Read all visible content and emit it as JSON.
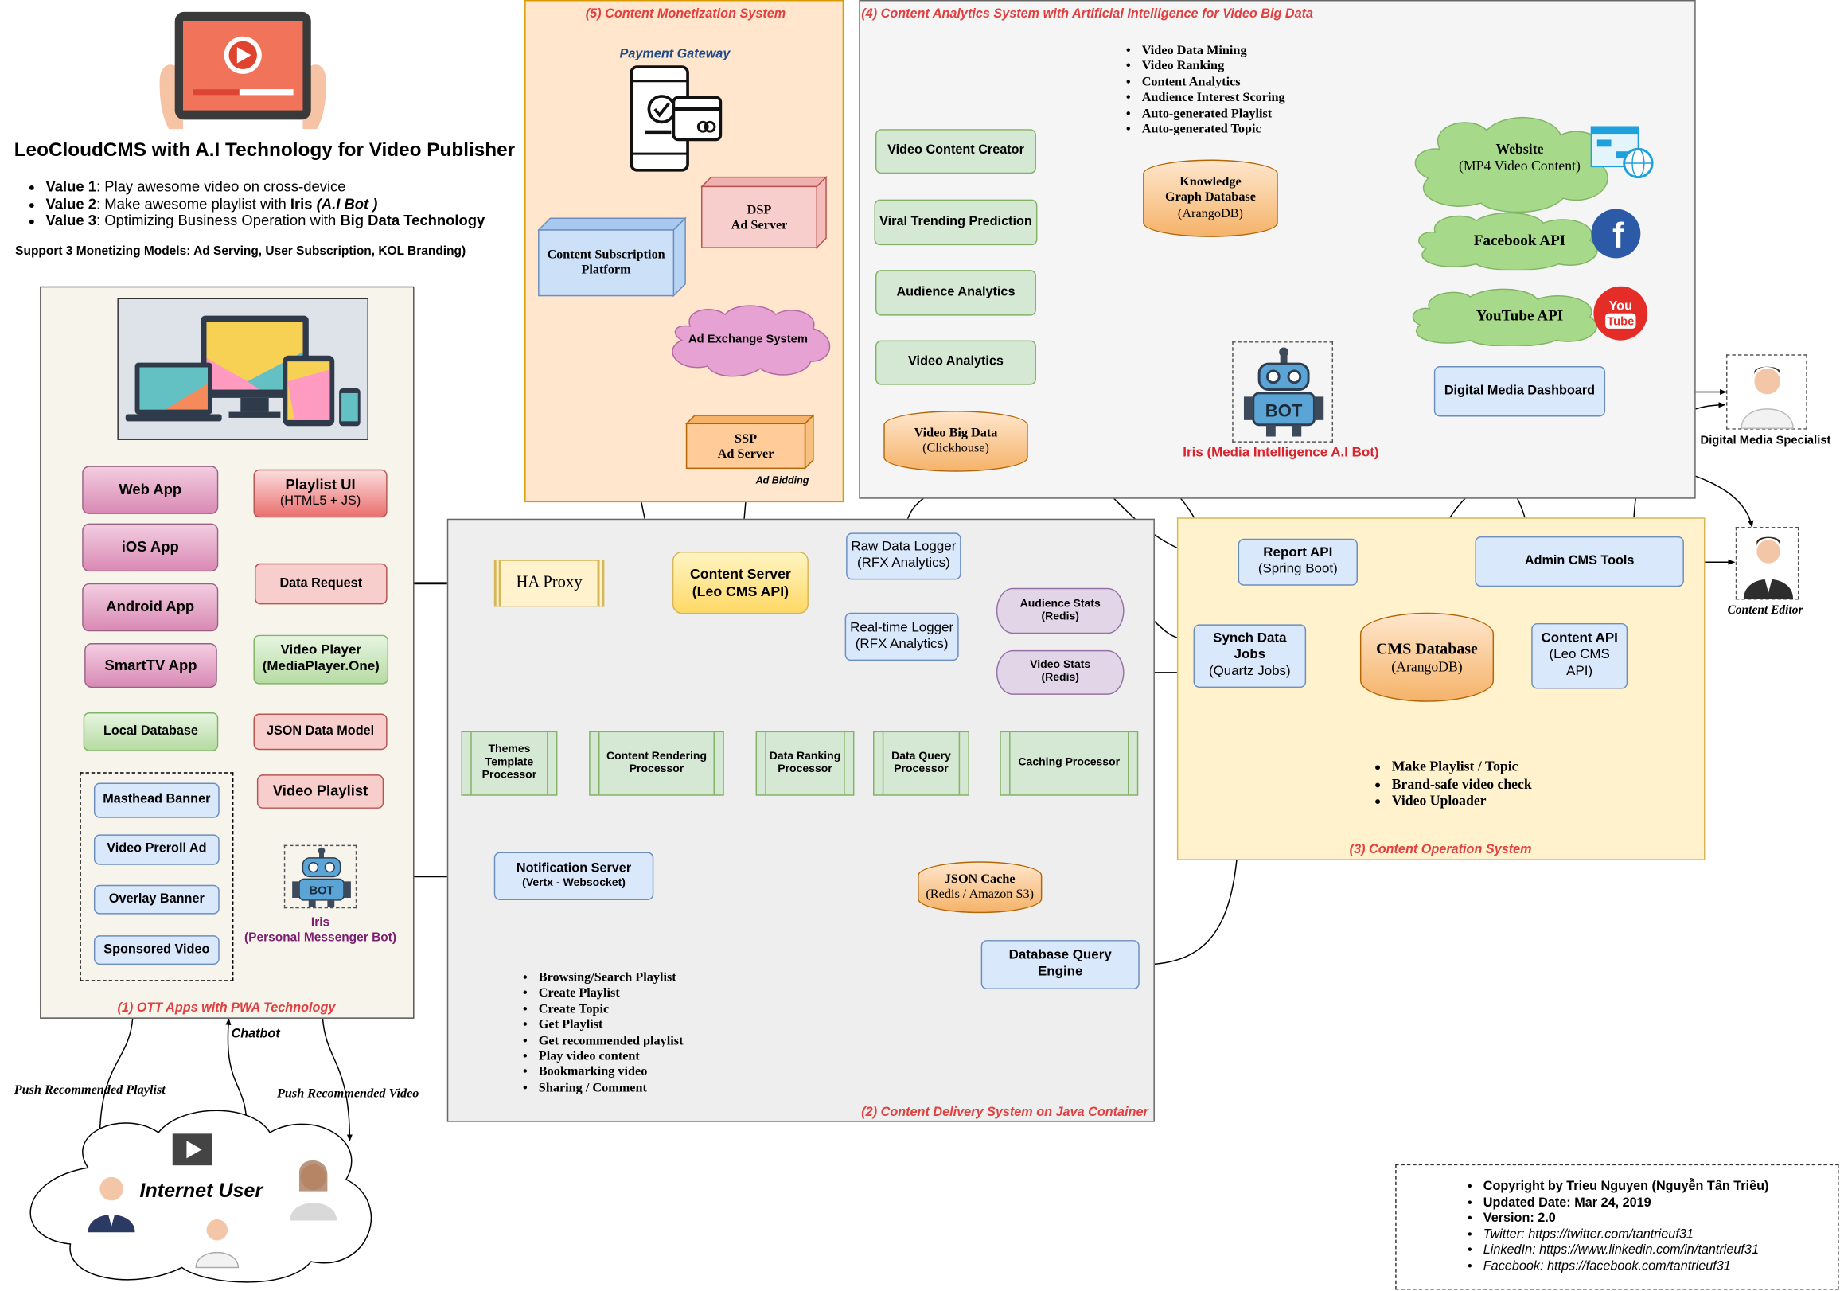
{
  "header": {
    "title": "LeoCloudCMS with A.I Technology for Video Publisher",
    "values": [
      {
        "key": "Value 1",
        "text": ": Play awesome video on cross-device",
        "tail": "",
        "tail2": ""
      },
      {
        "key": "Value 2",
        "text": ": Make awesome playlist with ",
        "tail": "Iris",
        "tail2": " (A.I Bot )"
      },
      {
        "key": "Value 3",
        "text": ": Optimizing Business Operation with ",
        "tail": "Big Data Technology",
        "tail2": ""
      }
    ],
    "support": "Support 3 Monetizing Models: Ad Serving, User Subscription, KOL Branding)"
  },
  "panels": {
    "ott": "(1) OTT Apps with PWA Technology",
    "delivery": "(2) Content Delivery System on Java Container",
    "operation": "(3) Content Operation System",
    "analytics": "(4) Content Analytics System with Artificial Intelligence for Video Big Data",
    "monetization": "(5) Content Monetization System"
  },
  "ott": {
    "apps": [
      "Web App",
      "iOS App",
      "Android App",
      "SmartTV App"
    ],
    "playlist_ui": "Playlist UI",
    "playlist_ui_sub": "(HTML5 + JS)",
    "data_request": "Data Request",
    "video_player": "Video Player",
    "video_player_sub": "(MediaPlayer.One)",
    "local_db": "Local Database",
    "json_model": "JSON Data Model",
    "video_playlist": "Video Playlist",
    "ads": [
      "Masthead Banner",
      "Video Preroll Ad",
      "Overlay Banner",
      "Sponsored Video"
    ],
    "bot_name": "Iris",
    "bot_desc": "(Personal Messenger Bot)"
  },
  "user": {
    "cloud": "Internet User",
    "push_playlist": "Push Recommended Playlist",
    "push_video": "Push Recommended Video",
    "chatbot": "Chatbot"
  },
  "monetization": {
    "payment_gateway": "Payment Gateway",
    "subscription": "Content Subscription Platform",
    "dsp_1": "DSP",
    "dsp_2": "Ad Server",
    "exchange": "Ad Exchange System",
    "ssp_1": "SSP",
    "ssp_2": "Ad Server",
    "ad_bidding": "Ad Bidding"
  },
  "delivery": {
    "ha_proxy": "HA Proxy",
    "content_server": "Content Server",
    "content_server_sub": "(Leo CMS API)",
    "raw_logger": "Raw Data Logger",
    "raw_logger_sub": "(RFX Analytics)",
    "rt_logger": "Real-time Logger",
    "rt_logger_sub": "(RFX Analytics)",
    "audience_stats": "Audience Stats",
    "audience_stats_sub": "(Redis)",
    "video_stats": "Video Stats",
    "video_stats_sub": "(Redis)",
    "themes": "Themes Template Processor",
    "rendering": "Content Rendering Processor",
    "ranking": "Data Ranking Processor",
    "query_proc": "Data Query Processor",
    "caching": "Caching Processor",
    "notification": "Notification Server",
    "notification_sub": "(Vertx - Websocket)",
    "json_cache": "JSON Cache",
    "json_cache_sub": "(Redis / Amazon S3)",
    "db_query": "Database Query Engine",
    "features": [
      "Browsing/Search Playlist",
      "Create Playlist",
      "Create Topic",
      "Get Playlist",
      "Get recommended playlist",
      "Play video content",
      "Bookmarking video",
      "Sharing / Comment"
    ]
  },
  "analytics": {
    "features": [
      "Video Data Mining",
      "Video Ranking",
      "Content Analytics",
      "Audience Interest Scoring",
      "Auto-generated Playlist",
      "Auto-generated Topic"
    ],
    "creator": "Video Content Creator",
    "viral": "Viral Trending Prediction",
    "audience": "Audience Analytics",
    "video_analytics": "Video Analytics",
    "big_data": "Video Big Data",
    "big_data_sub": "(Clickhouse)",
    "kg_1": "Knowledge",
    "kg_2": "Graph Database",
    "kg_3": "(ArangoDB)",
    "website": "Website",
    "website_sub": "(MP4 Video Content)",
    "facebook": "Facebook API",
    "youtube": "YouTube API",
    "bot_label": "Iris (Media Intelligence A.I Bot)",
    "dashboard": "Digital Media Dashboard",
    "specialist": "Digital Media Specialist",
    "bot_text": "BOT"
  },
  "operation": {
    "report_api": "Report API",
    "report_api_sub": "(Spring Boot)",
    "admin": "Admin CMS Tools",
    "synch": "Synch Data Jobs",
    "synch_sub": "(Quartz Jobs)",
    "cms_db": "CMS Database",
    "cms_db_sub": "(ArangoDB)",
    "content_api": "Content API",
    "content_api_sub": "(Leo CMS API)",
    "editor": "Content Editor",
    "features": [
      "Make Playlist / Topic",
      "Brand-safe video check",
      "Video Uploader"
    ]
  },
  "copyright": {
    "bold": [
      "Copyright by Trieu Nguyen (Nguyễn Tấn Triều)",
      "Updated Date: Mar 24, 2019",
      "Version: 2.0"
    ],
    "links": [
      "Twitter: https://twitter.com/tantrieuf31",
      "LinkedIn: https://www.linkedin.com/in/tantrieuf31",
      "Facebook: https://facebook.com/tantrieuf31"
    ]
  },
  "logos": {
    "facebook": "f",
    "youtube_1": "You",
    "youtube_2": "Tube"
  },
  "colors": {
    "panel_title": "#e04040",
    "green": "#d5e8d4",
    "blue": "#dae8fc",
    "red": "#f8cecc",
    "orange_panel": "#ffe6cc",
    "yellow_panel": "#fff2cc",
    "gray_panel": "#eeeeee"
  }
}
